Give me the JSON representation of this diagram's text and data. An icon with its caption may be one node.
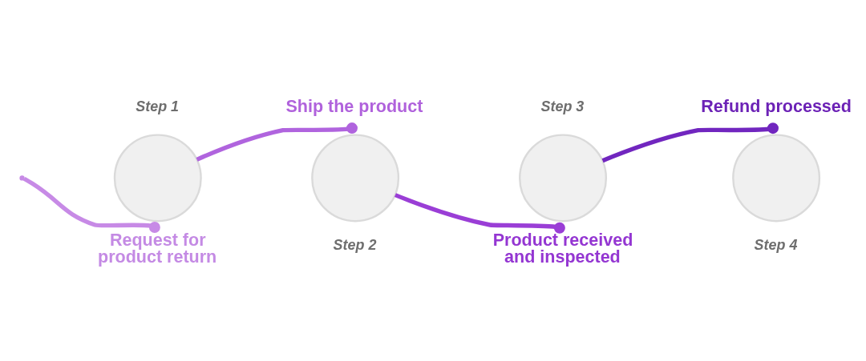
{
  "diagram": {
    "nodes": [
      {
        "text": [],
        "shape": "circle",
        "beside": [
          "Step 1"
        ]
      },
      {
        "text": [
          "Request for product return"
        ]
      },
      {
        "text": [],
        "shape": "circle",
        "beside": [
          "Step 2"
        ]
      },
      {
        "text": [
          "Ship the product"
        ]
      },
      {
        "text": [],
        "shape": "circle",
        "beside": [
          "Step 3"
        ]
      },
      {
        "text": [
          "Product received and inspected"
        ]
      },
      {
        "text": [],
        "shape": "circle",
        "beside": [
          "Step 4"
        ]
      },
      {
        "text": [
          "Refund processed"
        ]
      }
    ],
    "edges": [
      {
        "from": null,
        "to": 1,
        "arrow": "other",
        "color": "#c78ae6"
      },
      {
        "from": 0,
        "to": 3,
        "arrow": "other",
        "color": "#b064de"
      },
      {
        "from": 2,
        "to": 5,
        "arrow": "other",
        "color": "#9a3ed6"
      },
      {
        "from": 4,
        "to": 7,
        "arrow": "other",
        "color": "#7126bf"
      }
    ]
  }
}
